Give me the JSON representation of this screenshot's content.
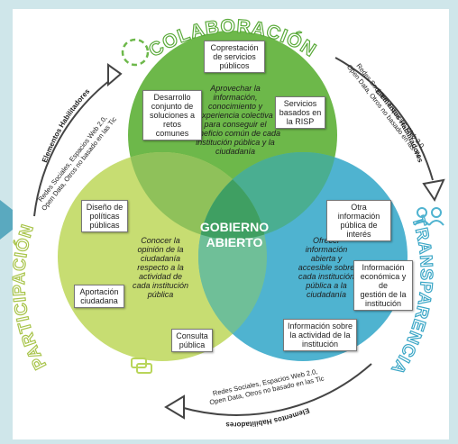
{
  "title_collab": "COLABORACIÓN",
  "title_transp": "TRANSPARENCIA",
  "title_partic": "PARTICIPACIÓN",
  "center": {
    "line1": "GOBIERNO",
    "line2": "ABIERTO"
  },
  "collab_desc": [
    "Aprovechar la",
    "información,",
    "conocimiento y",
    "experiencia colectiva",
    "para conseguir el",
    "beneficio común de cada",
    "institución pública y la",
    "ciudadanía"
  ],
  "partic_desc": [
    "Conocer la",
    "opinión de la",
    "ciudadanía",
    "respecto a la",
    "actividad de",
    "cada institución",
    "pública"
  ],
  "transp_desc": [
    "Ofrecer",
    "información",
    "abierta y",
    "accesible sobre",
    "cada institución",
    "pública a la",
    "ciudadanía"
  ],
  "boxes": {
    "coprestacion": [
      "Coprestación",
      "de servicios",
      "públicos"
    ],
    "desarrollo": [
      "Desarrollo",
      "conjunto de",
      "soluciones a",
      "retos comunes"
    ],
    "servicios": [
      "Servicios",
      "basados en",
      "la RISP"
    ],
    "diseno": [
      "Diseño de",
      "políticas",
      "públicas"
    ],
    "aportacion": [
      "Aportación",
      "ciudadana"
    ],
    "consulta": [
      "Consulta",
      "pública"
    ],
    "otra": [
      "Otra información",
      "pública de",
      "interés"
    ],
    "economica": [
      "Información",
      "económica y de",
      "gestión de la",
      "institución"
    ],
    "actividad": [
      "Información sobre",
      "la actividad de la",
      "institución"
    ]
  },
  "arrow_label": "Elementos Habilitadores",
  "arrow_text_line1": "Redes Sociales, Espacios Web 2.0,",
  "arrow_text_line2": "Open Data, Otros no basado en las Tic",
  "colors": {
    "green": "#6db84a",
    "yellow": "#b9d55a",
    "blue": "#4fb3d0",
    "overlap": "#3f9f62"
  }
}
